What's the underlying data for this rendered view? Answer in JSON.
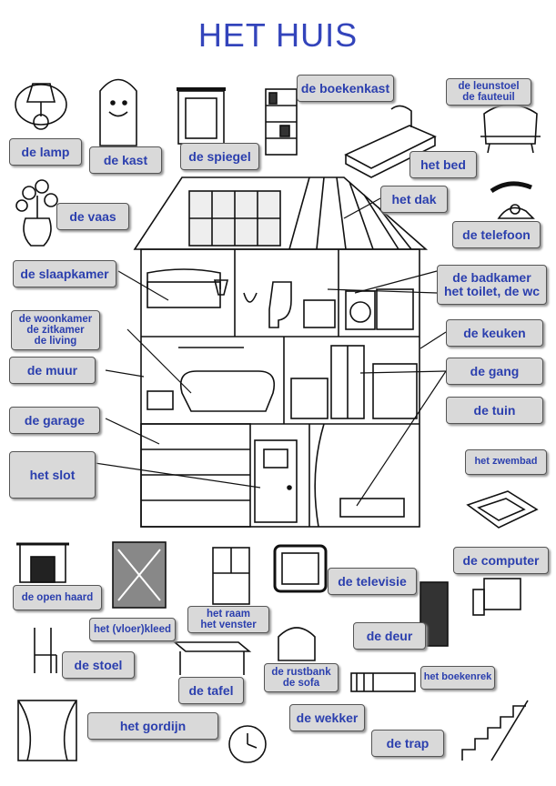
{
  "title": "HET HUIS",
  "labels": {
    "lamp": "de lamp",
    "kast": "de kast",
    "spiegel": "de spiegel",
    "boekenkast": "de boekenkast",
    "leunstoel": "de leunstoel\nde fauteuil",
    "bed": "het bed",
    "vaas": "de vaas",
    "dak": "het dak",
    "telefoon": "de telefoon",
    "slaapkamer": "de slaapkamer",
    "badkamer": "de badkamer\nhet toilet, de wc",
    "woonkamer": "de woonkamer\nde zitkamer\nde living",
    "keuken": "de keuken",
    "muur": "de muur",
    "gang": "de gang",
    "tuin": "de tuin",
    "garage": "de garage",
    "zwembad": "het zwembad",
    "slot": "het slot",
    "computer": "de computer",
    "open_haard": "de open haard",
    "televisie": "de televisie",
    "raam": "het raam\nhet venster",
    "vloerkleed": "het (vloer)kleed",
    "deur": "de deur",
    "stoel": "de stoel",
    "rustbank": "de rustbank\nde sofa",
    "boekenrek": "het boekenrek",
    "tafel": "de tafel",
    "wekker": "de wekker",
    "gordijn": "het gordijn",
    "trap": "de trap"
  },
  "colors": {
    "label_text": "#2b3fae",
    "label_bg": "#d9d9d9",
    "title": "#3344bb"
  }
}
